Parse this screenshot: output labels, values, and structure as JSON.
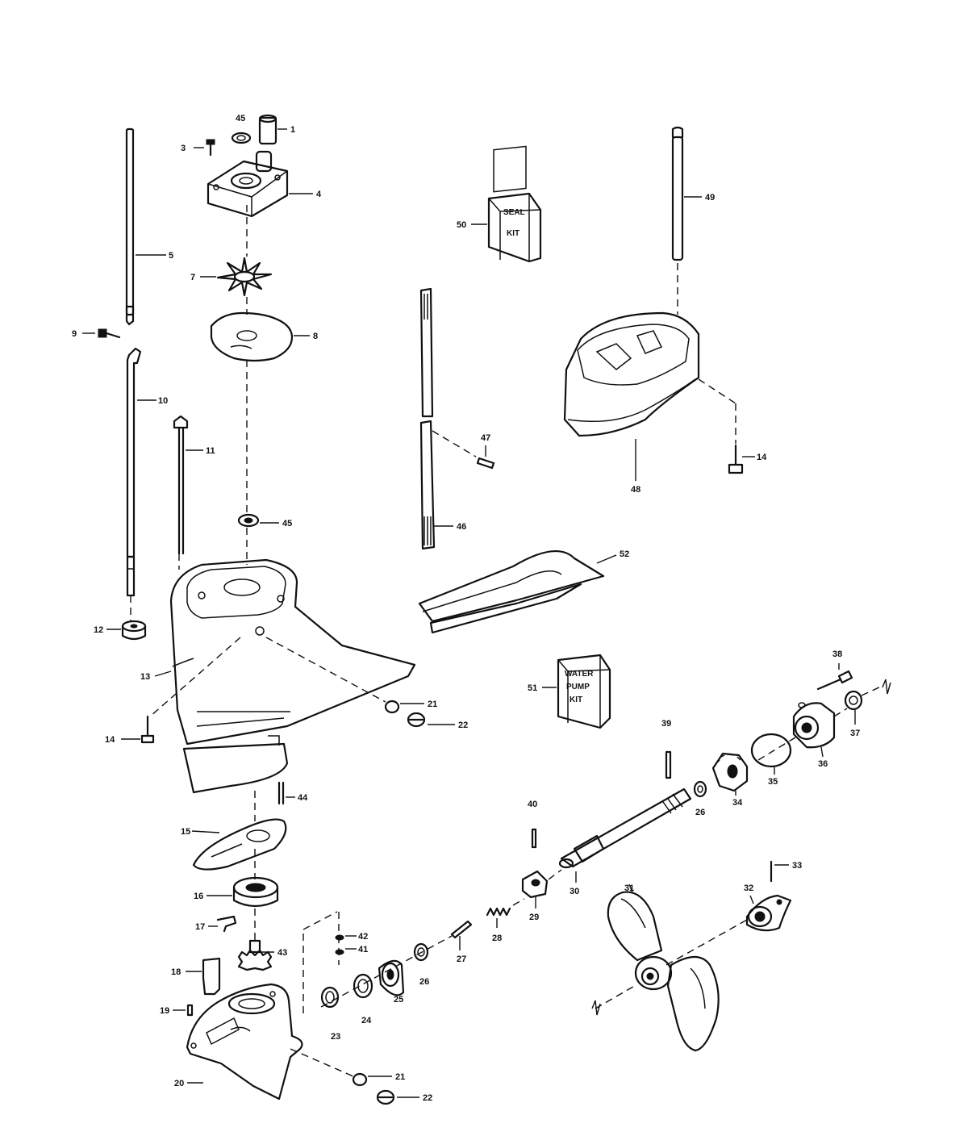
{
  "callouts": {
    "c1": "1",
    "c3": "3",
    "c4": "4",
    "c5": "5",
    "c7": "7",
    "c8": "8",
    "c9": "9",
    "c10": "10",
    "c11": "11",
    "c12": "12",
    "c13": "13",
    "c14a": "14",
    "c14b": "14",
    "c15": "15",
    "c16": "16",
    "c17": "17",
    "c18": "18",
    "c19": "19",
    "c20": "20",
    "c21a": "21",
    "c21b": "21",
    "c22a": "22",
    "c22b": "22",
    "c23": "23",
    "c24": "24",
    "c25": "25",
    "c26a": "26",
    "c26b": "26",
    "c27": "27",
    "c28": "28",
    "c29": "29",
    "c30": "30",
    "c31": "31",
    "c32": "32",
    "c33": "33",
    "c34": "34",
    "c35": "35",
    "c36": "36",
    "c37": "37",
    "c38": "38",
    "c39": "39",
    "c40": "40",
    "c41": "41",
    "c42": "42",
    "c43": "43",
    "c44": "44",
    "c45a": "45",
    "c45b": "45",
    "c46": "46",
    "c47": "47",
    "c48": "48",
    "c49": "49",
    "c50": "50",
    "c51": "51",
    "c52": "52"
  },
  "kits": {
    "seal_line1": "SEAL",
    "seal_line2": "KIT",
    "pump_line1": "WATER",
    "pump_line2": "PUMP",
    "pump_line3": "KIT"
  }
}
